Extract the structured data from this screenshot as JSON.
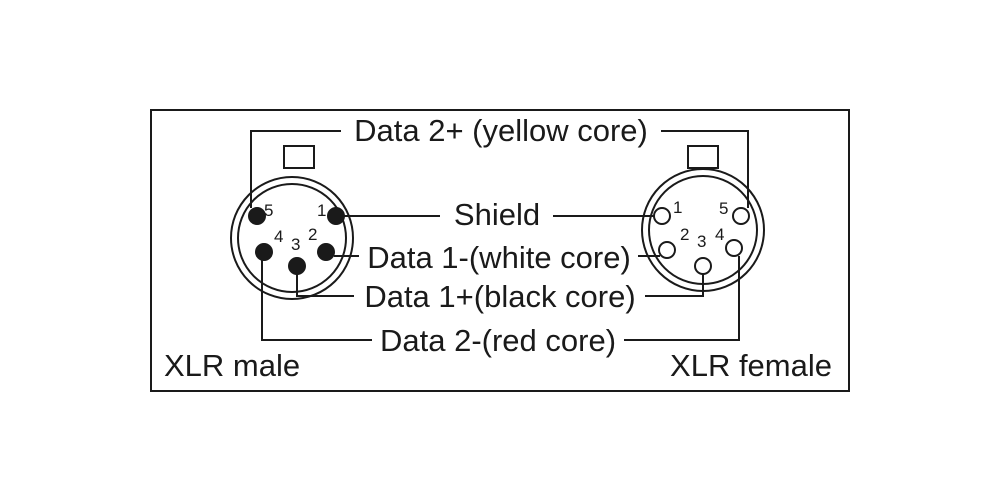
{
  "signals": {
    "data2_plus": "Data 2+ (yellow core)",
    "shield": "Shield",
    "data1_minus": "Data 1-(white core)",
    "data1_plus": "Data 1+(black core)",
    "data2_minus": "Data 2-(red core)"
  },
  "connectors": {
    "male": {
      "label": "XLR male",
      "pins": {
        "p1": "1",
        "p2": "2",
        "p3": "3",
        "p4": "4",
        "p5": "5"
      },
      "pin_fill": "#1a1a1a"
    },
    "female": {
      "label": "XLR female",
      "pins": {
        "p1": "1",
        "p2": "2",
        "p3": "3",
        "p4": "4",
        "p5": "5"
      },
      "pin_fill": "#ffffff"
    }
  },
  "colors": {
    "line": "#1a1a1a",
    "background": "#ffffff"
  }
}
